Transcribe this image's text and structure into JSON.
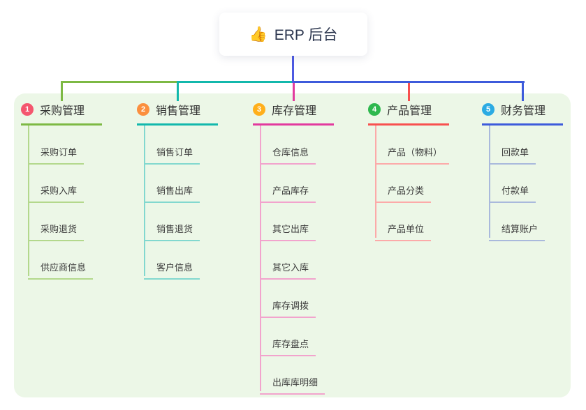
{
  "root": {
    "label": "ERP 后台",
    "icon": "👍",
    "icon_name": "thumbs-up-icon",
    "stem_color": "#4d5ae2"
  },
  "panel": {
    "background": "#ecf7e7"
  },
  "branches": [
    {
      "num": "1",
      "label": "采购管理",
      "badge_color": "#f4566e",
      "line_color": "#7db944",
      "child_line_color": "#b3d88c",
      "children": [
        "采购订单",
        "采购入库",
        "采购退货",
        "供应商信息"
      ]
    },
    {
      "num": "2",
      "label": "销售管理",
      "badge_color": "#fb8f3e",
      "line_color": "#13b8ac",
      "child_line_color": "#82d8cf",
      "children": [
        "销售订单",
        "销售出库",
        "销售退货",
        "客户信息"
      ]
    },
    {
      "num": "3",
      "label": "库存管理",
      "badge_color": "#ffaf1b",
      "line_color": "#e23a9e",
      "child_line_color": "#f2a3cd",
      "children": [
        "仓库信息",
        "产品库存",
        "其它出库",
        "其它入库",
        "库存调拨",
        "库存盘点",
        "出库库明细"
      ]
    },
    {
      "num": "4",
      "label": "产品管理",
      "badge_color": "#2eb84e",
      "line_color": "#f8504f",
      "child_line_color": "#fcaaa9",
      "children": [
        "产品（物料）",
        "产品分类",
        "产品单位"
      ]
    },
    {
      "num": "5",
      "label": "财务管理",
      "badge_color": "#2cabe3",
      "line_color": "#3d5bdb",
      "child_line_color": "#a9b9dc",
      "children": [
        "回款单",
        "付款单",
        "结算账户"
      ]
    }
  ]
}
